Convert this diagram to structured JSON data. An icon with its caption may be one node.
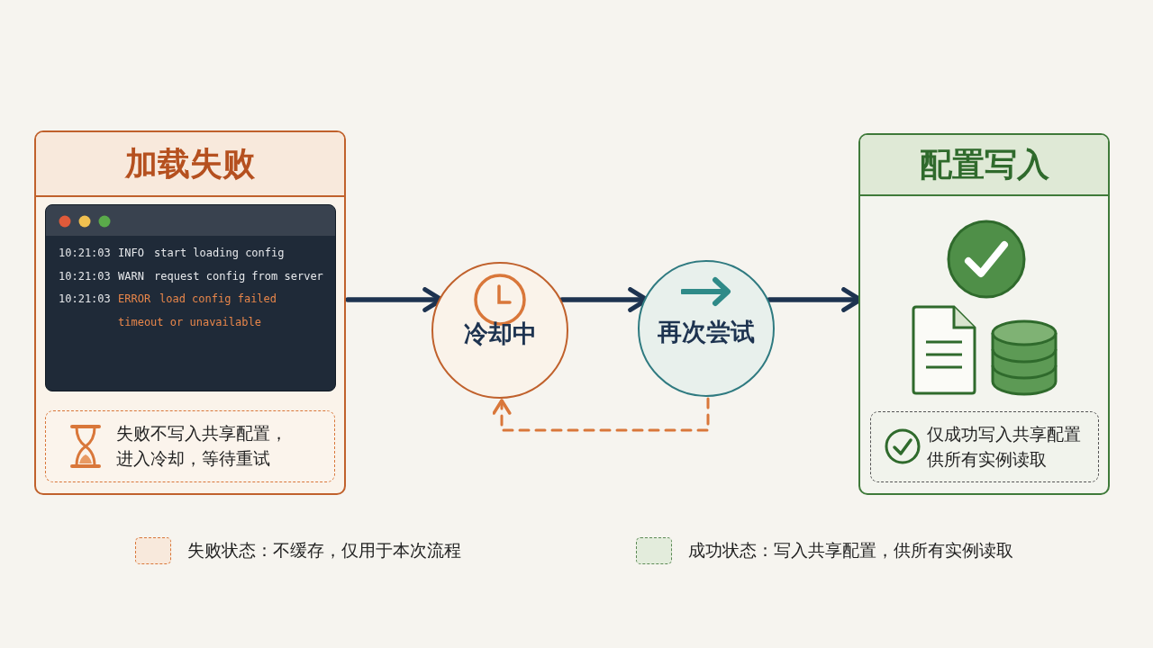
{
  "diagram": {
    "nodes": [
      {
        "text": [
          "加载失败"
        ]
      },
      {
        "text": [
          "10:21:03",
          "INFO",
          "start loading config",
          "10:21:03",
          "WARN",
          "request config from server",
          "10:21:03",
          "ERROR",
          "load config failed",
          "timeout or unavailable"
        ],
        "in": 0
      },
      {
        "text": [
          "失败不写入共享配置，进入冷却，等待重试"
        ],
        "in": 0
      },
      {
        "text": [
          "冷却中"
        ]
      },
      {
        "text": [
          "再次尝试"
        ]
      },
      {
        "text": [
          "配置写入"
        ]
      },
      {
        "text": [
          "仅成功写入共享配置供所有实例读取"
        ],
        "in": 5
      }
    ],
    "edges": [
      {
        "from": 0,
        "to": 3,
        "arrow": "to"
      },
      {
        "from": 3,
        "to": 4,
        "arrow": "to"
      },
      {
        "from": 4,
        "to": 5,
        "arrow": "to"
      },
      {
        "from": 4,
        "to": 3,
        "arrow": "to",
        "style": "dashed",
        "color": "#d9773a"
      }
    ],
    "legend": [
      {
        "text": "失败状态：不缓存，仅用于本次流程",
        "color": "#f8e9dc"
      },
      {
        "text": "成功状态：写入共享配置，供所有实例读取",
        "color": "#e3ecdc"
      }
    ]
  }
}
